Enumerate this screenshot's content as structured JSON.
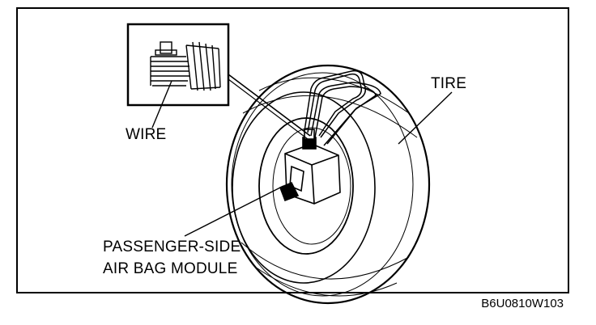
{
  "labels": {
    "wire": "WIRE",
    "tire": "TIRE",
    "module_line1": "PASSENGER-SIDE",
    "module_line2": "AIR BAG MODULE"
  },
  "figure_code": "B6U0810W103",
  "colors": {
    "ink": "#000000",
    "paper": "#ffffff"
  }
}
